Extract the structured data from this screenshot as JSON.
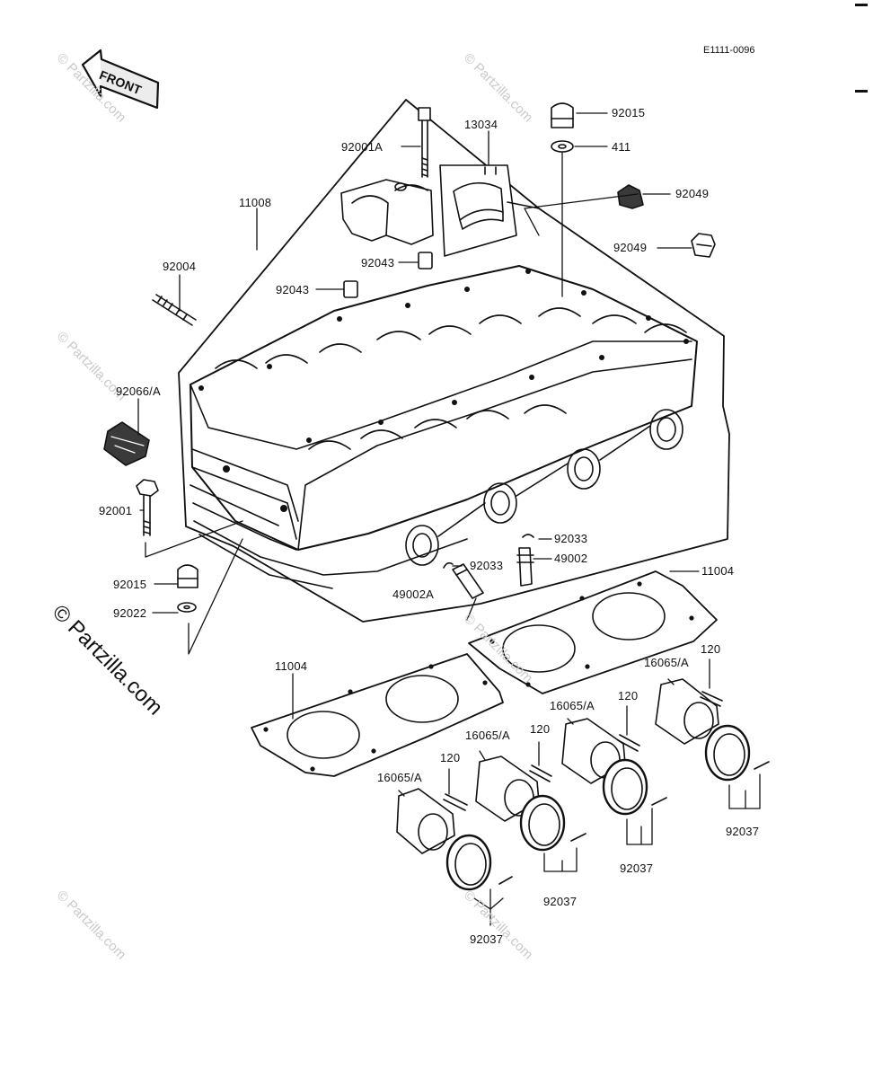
{
  "diagram": {
    "code": "E1111-0096",
    "front_label": "FRONT",
    "watermark": "© Partzilla.com",
    "copyright": "© Partzilla.com",
    "parts": {
      "bolt_92001A": "92001A",
      "cap_13034": "13034",
      "cap_nut_92015_top": "92015",
      "washer_411": "411",
      "plug_92049_a": "92049",
      "plug_92049_b": "92049",
      "head_11008": "11008",
      "stud_92004": "92004",
      "collar_92043_a": "92043",
      "collar_92043_b": "92043",
      "damper_92066A": "92066/A",
      "bolt_92001": "92001",
      "cap_nut_92015_bottom": "92015",
      "washer_92022": "92022",
      "clip_92033_a": "92033",
      "clip_92033_b": "92033",
      "fitting_49002": "49002",
      "fitting_49002A": "49002A",
      "gasket_11004_right": "11004",
      "gasket_11004_left": "11004",
      "holder_16065A_1": "16065/A",
      "holder_16065A_2": "16065/A",
      "holder_16065A_3": "16065/A",
      "holder_16065A_4": "16065/A",
      "screw_120_1": "120",
      "screw_120_2": "120",
      "screw_120_3": "120",
      "screw_120_4": "120",
      "clamp_92037_1": "92037",
      "clamp_92037_2": "92037",
      "clamp_92037_3": "92037",
      "clamp_92037_4": "92037"
    }
  }
}
